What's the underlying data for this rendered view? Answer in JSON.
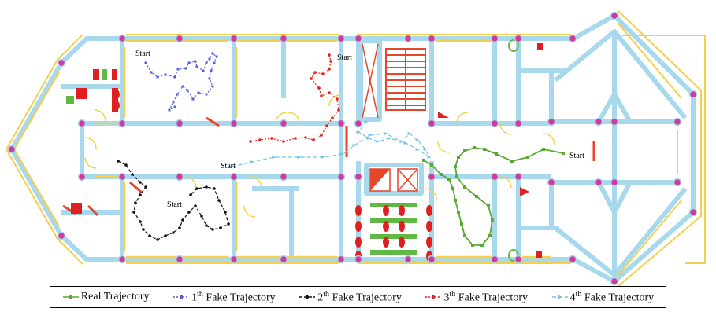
{
  "start_labels": [
    "Start",
    "Start",
    "Start",
    "Start",
    "Start"
  ],
  "legend": [
    {
      "id": "real",
      "prefix": "",
      "sup": "",
      "text": "Real Trajectory",
      "color": "#5aaa32",
      "marker": "square",
      "dash": ""
    },
    {
      "id": "fake1",
      "prefix": "1",
      "sup": "th",
      "text": " Fake Trajectory",
      "color": "#5b5fd6",
      "marker": "square",
      "dash": "2,2"
    },
    {
      "id": "fake2",
      "prefix": "2",
      "sup": "th",
      "text": " Fake Trajectory",
      "color": "#111111",
      "marker": "dot",
      "dash": "4,2"
    },
    {
      "id": "fake3",
      "prefix": "3",
      "sup": "th",
      "text": " Fake Trajectory",
      "color": "#e0221c",
      "marker": "dot",
      "dash": "2,2"
    },
    {
      "id": "fake4",
      "prefix": "4",
      "sup": "th",
      "text": " Fake Trajectory",
      "color": "#6ec3e6",
      "marker": "arrow",
      "dash": "5,3"
    }
  ],
  "colors": {
    "wall_blue": "#a8d8ec",
    "wall_yellow": "#f5cf4a",
    "pillar": "#d2389e",
    "stairs": "#e6462a",
    "furniture_red": "#e02020",
    "furniture_green": "#62b844"
  }
}
